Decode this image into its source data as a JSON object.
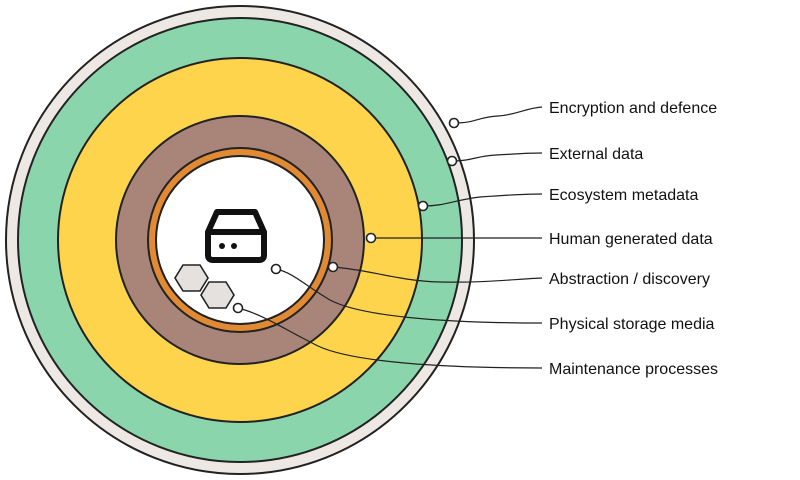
{
  "diagram": {
    "layers": [
      {
        "key": "outer-rim",
        "color": "#eee8e4"
      },
      {
        "key": "green",
        "color": "#8bd5ac"
      },
      {
        "key": "yellow",
        "color": "#fed44c"
      },
      {
        "key": "brown",
        "color": "#a98479"
      },
      {
        "key": "orange",
        "color": "#e28a33"
      },
      {
        "key": "core",
        "color": "#ffffff"
      }
    ],
    "stroke_color": "#222222",
    "labels": [
      "Encryption and defence",
      "External data",
      "Ecosystem metadata",
      "Human generated data",
      "Abstraction / discovery",
      "Physical storage media",
      "Maintenance processes"
    ],
    "icons": [
      "storage-drive-icon",
      "hexagon-icon",
      "hexagon-icon"
    ]
  }
}
